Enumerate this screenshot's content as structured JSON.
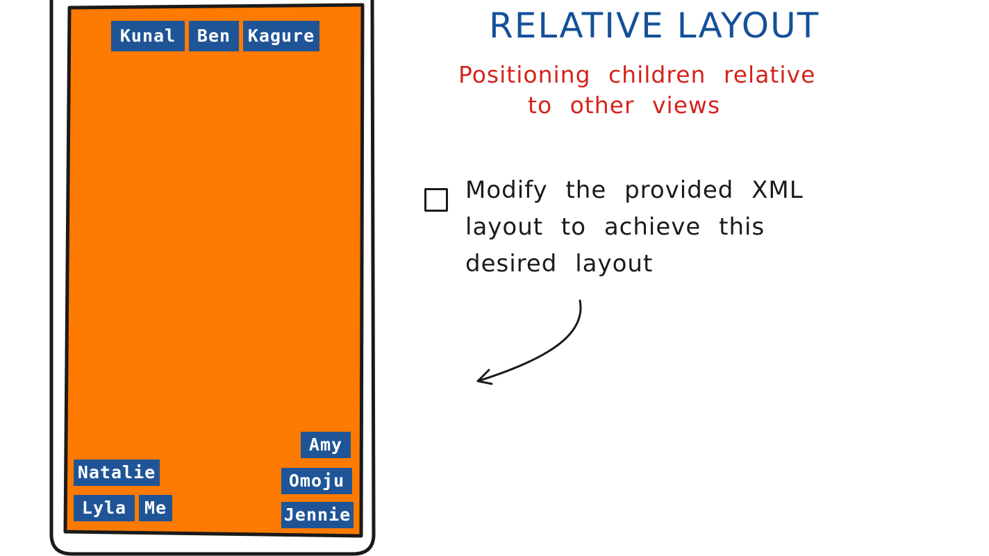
{
  "heading": {
    "title": "RELATIVE LAYOUT",
    "subtitle_line1": "Positioning children relative",
    "subtitle_line2": "to other views"
  },
  "task": {
    "text": "Modify the provided XML layout to achieve this desired layout"
  },
  "phone": {
    "screen_color": "#ff7a00",
    "top_views": [
      "Kunal",
      "Ben",
      "Kagure"
    ],
    "bottom_left_views": [
      "Natalie",
      "Lyla",
      "Me"
    ],
    "bottom_right_views": [
      "Amy",
      "Omoju",
      "Jennie"
    ]
  },
  "colors": {
    "title": "#14509a",
    "subtitle": "#d4231c",
    "tag_background": "#1f5597",
    "outline": "#1a1a1a"
  }
}
